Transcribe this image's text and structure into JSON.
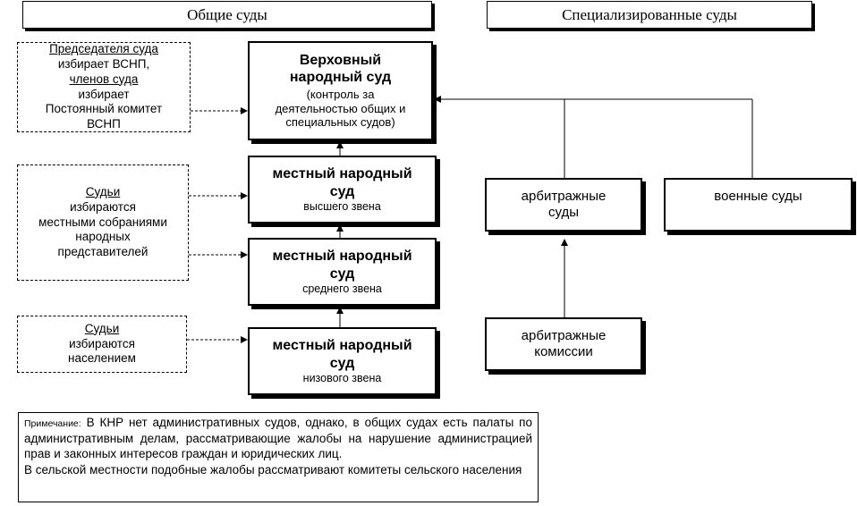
{
  "headers": {
    "general": "Общие суды",
    "specialized": "Специализированные суды"
  },
  "supreme": {
    "title_line1": "Верховный",
    "title_line2": "народный суд",
    "desc_line1": "(контроль за",
    "desc_line2": "деятельностью общих и",
    "desc_line3": "специальных судов)"
  },
  "local_high": {
    "title_line1": "местный народный",
    "title_line2": "суд",
    "level": "высшего звена"
  },
  "local_mid": {
    "title_line1": "местный народный",
    "title_line2": "суд",
    "level": "среднего звена"
  },
  "local_low": {
    "title_line1": "местный народный",
    "title_line2": "суд",
    "level": "низового звена"
  },
  "notes": {
    "supreme_election": {
      "chair_u": "Председателя суда",
      "chair_rest": "избирает ВСНП,",
      "members_u": "членов суда",
      "members_rest": " избирает",
      "line4": "Постоянный комитет",
      "line5": "ВСНП"
    },
    "local_election": {
      "judges_u": "Судьи",
      "rest1": " избираются",
      "line2": "местными собраниями",
      "line3": "народных",
      "line4": "представителей"
    },
    "low_election": {
      "judges_u": "Судьи",
      "rest1": " избираются",
      "line2": "населением"
    }
  },
  "specialized": {
    "arbitration_courts_line1": "арбитражные",
    "arbitration_courts_line2": "суды",
    "military_courts": "военные суды",
    "arbitration_commissions_line1": "арбитражные",
    "arbitration_commissions_line2": "комиссии"
  },
  "footnote": {
    "lead": "Примечание:",
    "text1": " В КНР нет административных судов, однако, в общих судах есть палаты по административным делам, рассматривающие жалобы на нарушение администрацией прав и законных интересов граждан и юридических лиц.",
    "text2": "В сельской местности подобные жалобы рассматривают комитеты сельского населения"
  }
}
